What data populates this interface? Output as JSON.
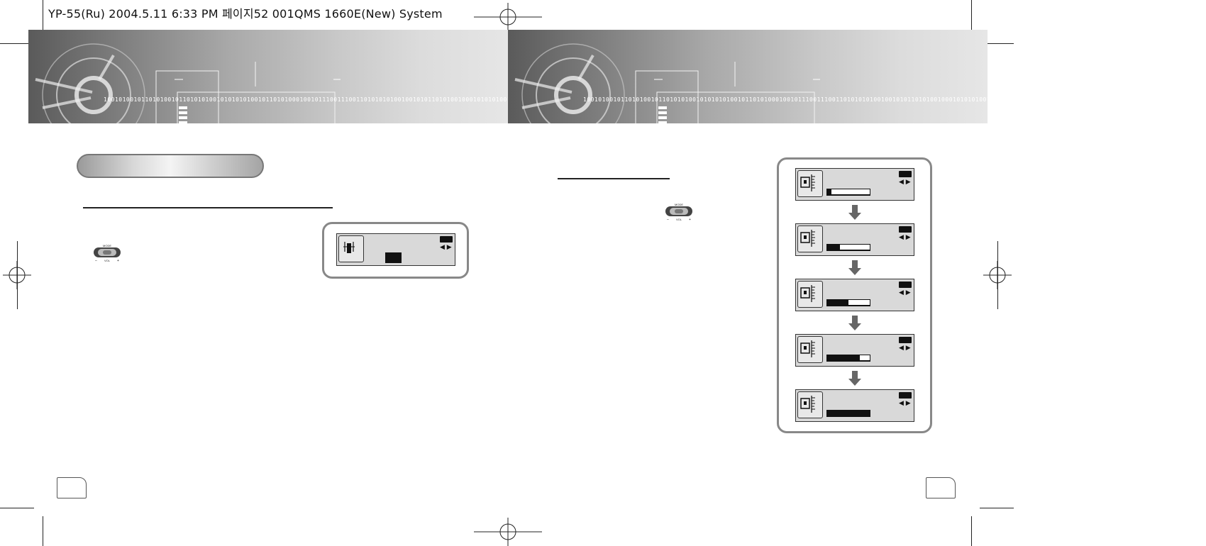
{
  "header": {
    "print_slug": "YP-55(Ru)  2004.5.11 6:33 PM 페이지52  001QMS  1660E(New) System"
  },
  "banner": {
    "binary_text": "10010100101101010010110101010010101010100101101010001001011100111001101010101001001010110101001000101010100101101010010010"
  },
  "left_page": {
    "mode_button_icon": "mode-vol-button-icon",
    "lcd": {
      "battery_icon": "battery-icon",
      "arrows": "◀ ▶"
    }
  },
  "right_page": {
    "mode_button_icon": "mode-vol-button-icon",
    "lcd_arrows": "◀ ▶",
    "levels": [
      0.12,
      0.3,
      0.5,
      0.75,
      1.0
    ]
  },
  "colors": {
    "panel_border": "#888888",
    "lcd_bg": "#d9d9d9",
    "arrow": "#666666"
  }
}
